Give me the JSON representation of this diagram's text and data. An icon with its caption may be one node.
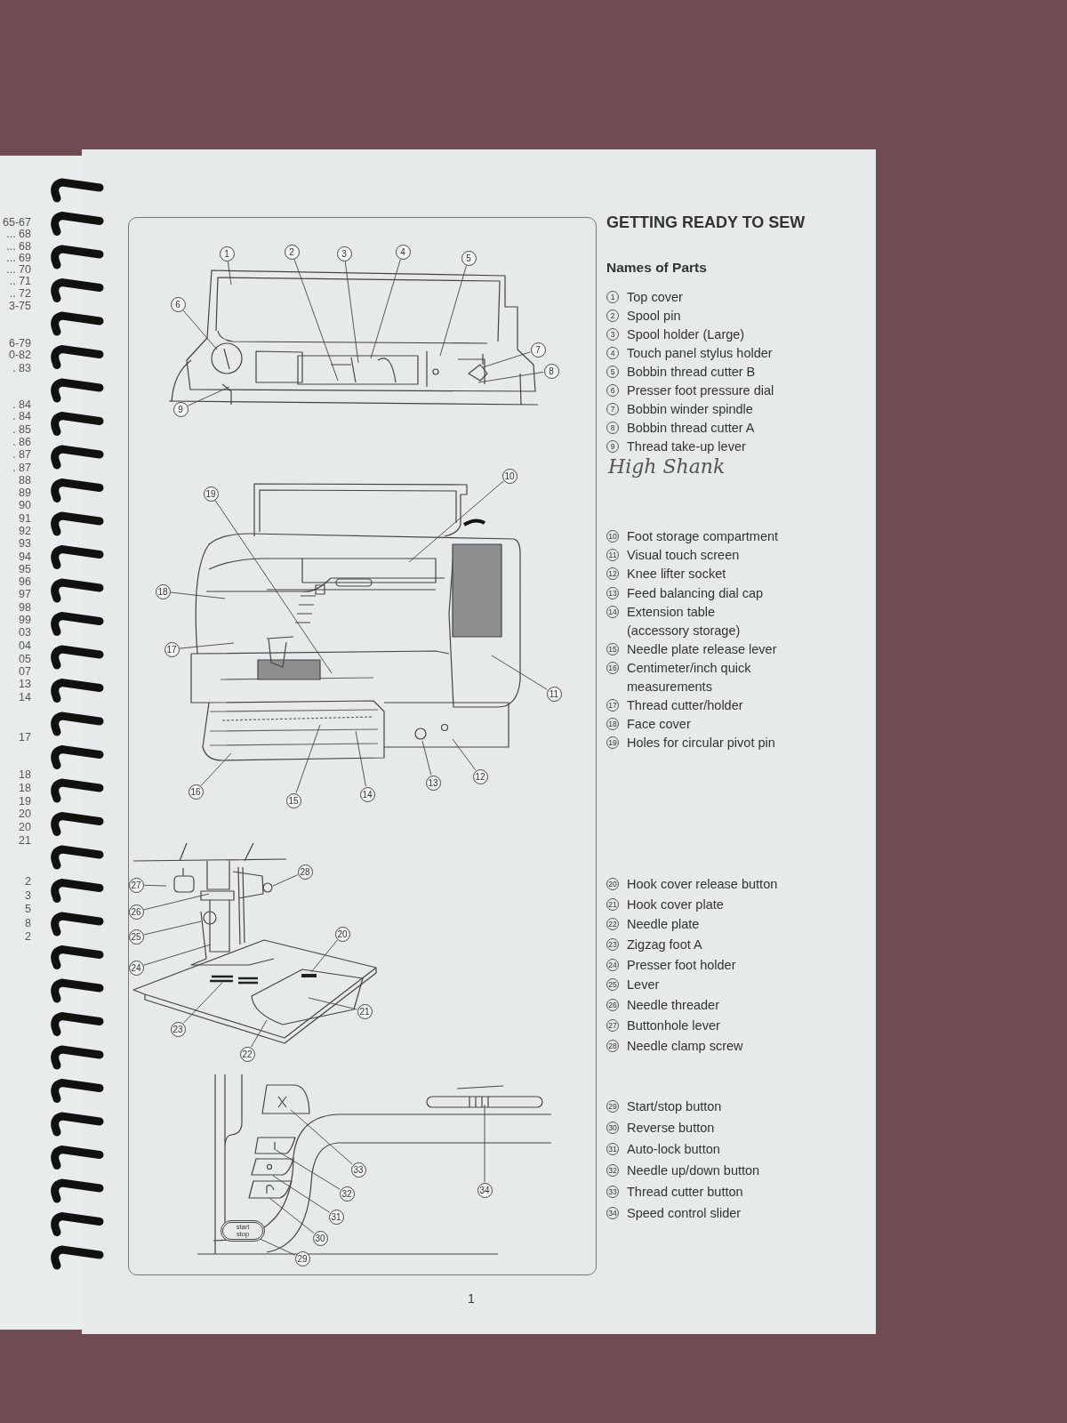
{
  "diagram": {
    "title": "GETTING READY TO SEW",
    "nodes": [
      {
        "text": [
          "1"
        ]
      },
      {
        "text": [
          "2"
        ]
      },
      {
        "text": [
          "3"
        ]
      },
      {
        "text": [
          "4"
        ]
      },
      {
        "text": [
          "5"
        ]
      },
      {
        "text": [
          "6"
        ]
      },
      {
        "text": [
          "7"
        ]
      },
      {
        "text": [
          "8"
        ]
      },
      {
        "text": [
          "9"
        ]
      },
      {
        "text": [
          "10"
        ]
      },
      {
        "text": [
          "11"
        ]
      },
      {
        "text": [
          "12"
        ]
      },
      {
        "text": [
          "13"
        ]
      },
      {
        "text": [
          "14"
        ]
      },
      {
        "text": [
          "15"
        ]
      },
      {
        "text": [
          "16"
        ]
      },
      {
        "text": [
          "17"
        ]
      },
      {
        "text": [
          "18"
        ]
      },
      {
        "text": [
          "19"
        ]
      },
      {
        "text": [
          "20"
        ]
      },
      {
        "text": [
          "21"
        ]
      },
      {
        "text": [
          "22"
        ]
      },
      {
        "text": [
          "23"
        ]
      },
      {
        "text": [
          "24"
        ]
      },
      {
        "text": [
          "25"
        ]
      },
      {
        "text": [
          "26"
        ]
      },
      {
        "text": [
          "27"
        ]
      },
      {
        "text": [
          "28"
        ]
      },
      {
        "text": [
          "29"
        ]
      },
      {
        "text": [
          "30"
        ]
      },
      {
        "text": [
          "31"
        ]
      },
      {
        "text": [
          "32"
        ]
      },
      {
        "text": [
          "33"
        ]
      },
      {
        "text": [
          "34"
        ]
      },
      {
        "text": [
          "start stop"
        ]
      }
    ],
    "edges": [
      {
        "from": 0,
        "to": null,
        "arrow": "none"
      },
      {
        "from": 1,
        "to": null,
        "arrow": "none"
      },
      {
        "from": 2,
        "to": null,
        "arrow": "none"
      },
      {
        "from": 3,
        "to": null,
        "arrow": "none"
      },
      {
        "from": 4,
        "to": null,
        "arrow": "none"
      },
      {
        "from": 5,
        "to": null,
        "arrow": "none"
      },
      {
        "from": 6,
        "to": null,
        "arrow": "none"
      },
      {
        "from": 7,
        "to": null,
        "arrow": "none"
      },
      {
        "from": 8,
        "to": null,
        "arrow": "none"
      },
      {
        "from": 9,
        "to": null,
        "arrow": "none"
      },
      {
        "from": 10,
        "to": null,
        "arrow": "none"
      },
      {
        "from": 11,
        "to": null,
        "arrow": "none"
      },
      {
        "from": 12,
        "to": null,
        "arrow": "none"
      },
      {
        "from": 13,
        "to": null,
        "arrow": "none"
      },
      {
        "from": 14,
        "to": null,
        "arrow": "none"
      },
      {
        "from": 15,
        "to": null,
        "arrow": "none"
      },
      {
        "from": 16,
        "to": null,
        "arrow": "none"
      },
      {
        "from": 17,
        "to": null,
        "arrow": "none"
      },
      {
        "from": 18,
        "to": null,
        "arrow": "none"
      },
      {
        "from": 19,
        "to": null,
        "arrow": "none"
      },
      {
        "from": 20,
        "to": null,
        "arrow": "none"
      },
      {
        "from": 21,
        "to": null,
        "arrow": "none"
      },
      {
        "from": 22,
        "to": null,
        "arrow": "none"
      },
      {
        "from": 23,
        "to": null,
        "arrow": "none"
      },
      {
        "from": 24,
        "to": null,
        "arrow": "none"
      },
      {
        "from": 25,
        "to": null,
        "arrow": "none"
      },
      {
        "from": 26,
        "to": null,
        "arrow": "none"
      },
      {
        "from": 27,
        "to": null,
        "arrow": "none"
      },
      {
        "from": 28,
        "to": 34,
        "arrow": "none"
      },
      {
        "from": 29,
        "to": null,
        "arrow": "none"
      },
      {
        "from": 30,
        "to": null,
        "arrow": "none"
      },
      {
        "from": 31,
        "to": null,
        "arrow": "none"
      },
      {
        "from": 32,
        "to": null,
        "arrow": "none"
      },
      {
        "from": 33,
        "to": null,
        "arrow": "none"
      }
    ],
    "labels": [
      "65-67",
      "... 68",
      "... 68",
      "... 69",
      "... 70",
      ".. 71",
      ".. 72",
      "3-75",
      "6-79",
      "0-82",
      ". 83",
      ". 84",
      ". 84",
      ". 85",
      ". 86",
      ". 87",
      ". 87",
      "88",
      "89",
      "90",
      "91",
      "92",
      "93",
      "94",
      "95",
      "96",
      "97",
      "98",
      "99",
      "03",
      "04",
      "05",
      "07",
      "13",
      "14",
      "17",
      "18",
      "18",
      "19",
      "20",
      "20",
      "21",
      "2",
      "3",
      "5",
      "8",
      "2",
      "Names of Parts",
      "1",
      "Top cover",
      "2",
      "Spool pin",
      "3",
      "Spool holder (Large)",
      "4",
      "Touch panel stylus holder",
      "5",
      "Bobbin thread cutter B",
      "6",
      "Presser foot pressure dial",
      "7",
      "Bobbin winder spindle",
      "8",
      "Bobbin thread cutter A",
      "9",
      "Thread take-up lever",
      "High Shank",
      "10",
      "Foot storage compartment",
      "11",
      "Visual touch screen",
      "12",
      "Knee lifter socket",
      "13",
      "Feed balancing dial cap",
      "14",
      "Extension table (accessory storage)",
      "15",
      "Needle plate release lever",
      "16",
      "Centimeter/inch quick measurements",
      "17",
      "Thread cutter/holder",
      "18",
      "Face cover",
      "19",
      "Holes for circular pivot pin",
      "20",
      "Hook cover release button",
      "21",
      "Hook cover plate",
      "22",
      "Needle plate",
      "23",
      "Zigzag foot A",
      "24",
      "Presser foot holder",
      "25",
      "Lever",
      "26",
      "Needle threader",
      "27",
      "Buttonhole lever",
      "28",
      "Needle clamp screw",
      "29",
      "Start/stop button",
      "30",
      "Reverse button",
      "31",
      "Auto-lock button",
      "32",
      "Needle up/down button",
      "33",
      "Thread cutter button",
      "34",
      "Speed control slider",
      "1"
    ]
  }
}
